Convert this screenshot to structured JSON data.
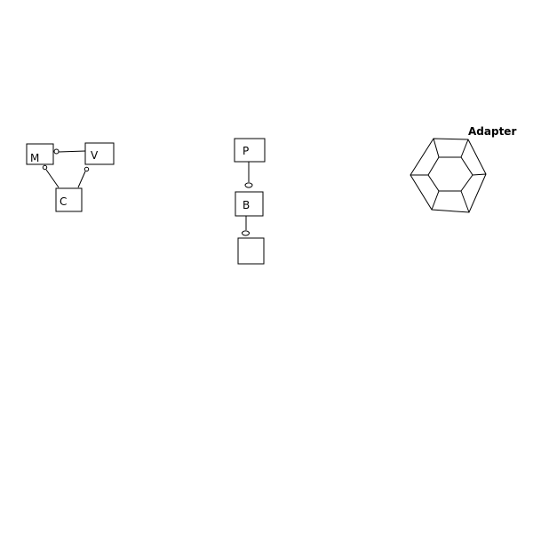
{
  "mvc": {
    "model_label": "M",
    "view_label": "V",
    "controller_label": "C"
  },
  "bridge": {
    "top_label": "P",
    "middle_label": "B",
    "bottom_label": ""
  },
  "adapter": {
    "title": "Adapter"
  },
  "colors": {
    "stroke": "#000000",
    "background": "#ffffff"
  }
}
